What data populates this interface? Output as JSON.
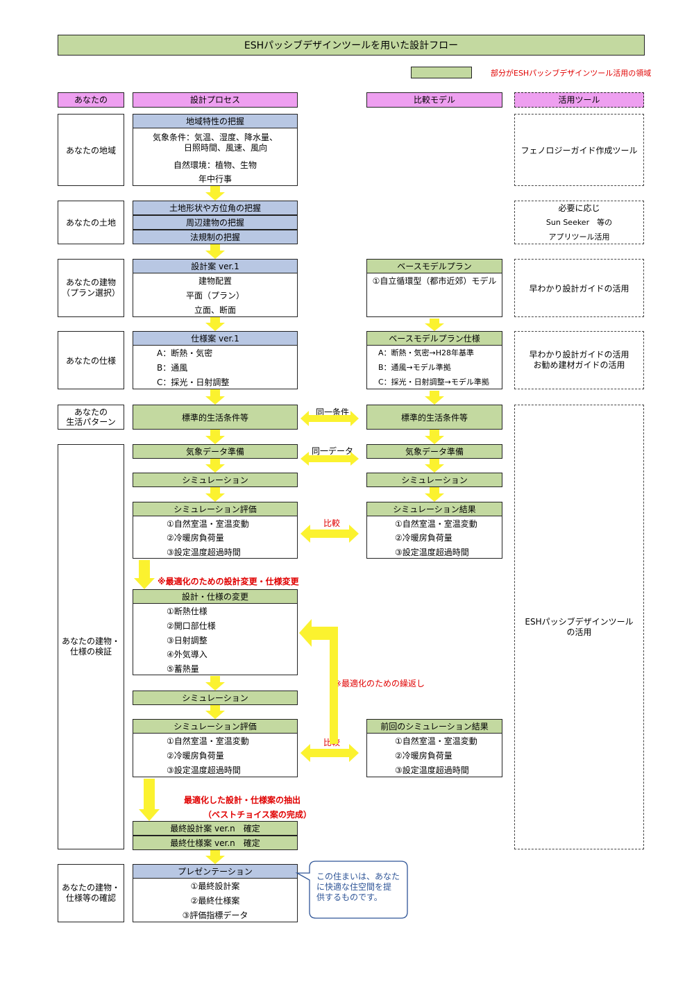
{
  "title": "ESHパッシブデザインツールを用いた設計フロー",
  "legend_text": "部分がESHパッシブデザインツール活用の領域",
  "headers": {
    "you": "あなたの",
    "process": "設計プロセス",
    "compare": "比較モデル",
    "tools": "活用ツール"
  },
  "rows": {
    "region": {
      "label": "あなたの地域",
      "header": "地域特性の把握",
      "lines": [
        "気象条件：気温、湿度、降水量、",
        "日照時間、風速、風向",
        "自然環境：植物、生物",
        "年中行事"
      ],
      "tool": "フェノロジーガイド作成ツール"
    },
    "land": {
      "label": "あなたの土地",
      "items": [
        "土地形状や方位角の把握",
        "周辺建物の把握",
        "法規制の把握"
      ],
      "tool_lines": [
        "必要に応じ",
        "Sun Seeker　等の",
        "アプリツール活用"
      ]
    },
    "building": {
      "label_lines": [
        "あなたの建物",
        "（プラン選択）"
      ],
      "header": "設計案 ver.1",
      "lines": [
        "建物配置",
        "平面（プラン）",
        "立面、断面"
      ],
      "compare_header": "ベースモデルプラン",
      "compare_lines": [
        "①自立循環型（都市近郊）モデル"
      ],
      "tool": "早わかり設計ガイドの活用"
    },
    "spec": {
      "label": "あなたの仕様",
      "header": "仕様案 ver.1",
      "lines": [
        "A：断熱・気密",
        "B：通風",
        "C：採光・日射調整"
      ],
      "compare_header": "ベースモデルプラン仕様",
      "compare_lines": [
        "A：断熱・気密→H28年基準",
        "B：通風→モデル準拠",
        "C：採光・日射調整→モデル準拠"
      ],
      "tool_lines": [
        "早わかり設計ガイドの活用",
        "お勧め建材ガイドの活用"
      ]
    },
    "life": {
      "label_lines": [
        "あなたの",
        "生活パターン"
      ],
      "left": "標準的生活条件等",
      "right": "標準的生活条件等",
      "arrow_label": "同一条件"
    },
    "verify": {
      "label_lines": [
        "あなたの建物・",
        "仕様の検証"
      ],
      "weather_left": "気象データ準備",
      "weather_right": "気象データ準備",
      "weather_arrow_label": "同一データ",
      "sim_left": "シミュレーション",
      "sim_right": "シミュレーション",
      "eval_header": "シミュレーション評価",
      "eval_lines": [
        "①自然室温・室温変動",
        "②冷暖房負荷量",
        "③設定温度超過時間"
      ],
      "result_header": "シミュレーション結果",
      "result_lines": [
        "①自然室温・室温変動",
        "②冷暖房負荷量",
        "③設定温度超過時間"
      ],
      "compare_label": "比較",
      "optimize_note": "※最適化のための設計変更・仕様変更",
      "change_header": "設計・仕様の変更",
      "change_lines": [
        "①断熱仕様",
        "②開口部仕様",
        "③日射調整",
        "④外気導入",
        "⑤蓄熱量"
      ],
      "repeat_note": "※最適化のための繰返し",
      "sim2": "シミュレーション",
      "eval2_header": "シミュレーション評価",
      "eval2_lines": [
        "①自然室温・室温変動",
        "②冷暖房負荷量",
        "③設定温度超過時間"
      ],
      "prev_header": "前回のシミュレーション結果",
      "prev_lines": [
        "①自然室温・室温変動",
        "②冷暖房負荷量",
        "③設定温度超過時間"
      ],
      "compare2_label": "比較",
      "extract_note_1": "最適化した設計・仕様案の抽出",
      "extract_note_2": "（ベストチョイス案の完成）",
      "final_design": "最終設計案 ver.n　確定",
      "final_spec": "最終仕様案 ver.n　確定",
      "tool_lines": [
        "ESHパッシブデザインツール",
        "の活用"
      ]
    },
    "confirm": {
      "label_lines": [
        "あなたの建物・",
        "仕様等の確認"
      ],
      "header": "プレゼンテーション",
      "lines": [
        "①最終設計案",
        "②最終仕様案",
        "③評価指標データ"
      ],
      "callout_lines": [
        "この住まいは、あなた",
        "に快適な住空間を提",
        "供するものです。"
      ]
    }
  },
  "colors": {
    "green": "#c3d9a0",
    "blue": "#b8c7e3",
    "pink": "#ee9ff0",
    "arrow": "#fbf22f",
    "red": "#e00000",
    "callout": "#2f5597"
  }
}
